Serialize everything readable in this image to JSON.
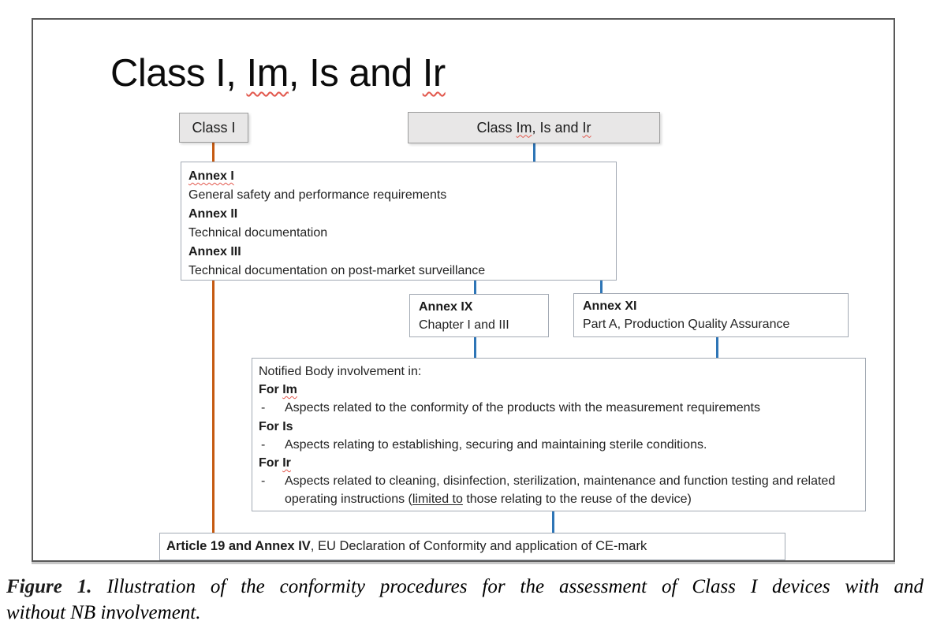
{
  "colors": {
    "orange_line": "#C55A11",
    "blue_line": "#2E75B6",
    "box_border": "#A3AAB4",
    "shaded_fill": "#E8E7E7",
    "shaded_border": "#9C9C9C",
    "frame_border": "#595959",
    "squiggle": "#E2574C"
  },
  "title": {
    "p1": "Class I, ",
    "im": "Im",
    "p2": ", Is and ",
    "ir": "Ir"
  },
  "boxes": {
    "class_i": {
      "label": "Class I"
    },
    "class_im": {
      "p1": "Class ",
      "im": "Im",
      "p2": ", Is and ",
      "ir": "Ir"
    },
    "annex": {
      "items": [
        {
          "title": "Annex I",
          "desc": "General safety and performance requirements"
        },
        {
          "title": "Annex II",
          "desc": "Technical documentation"
        },
        {
          "title": "Annex III",
          "desc": "Technical documentation on post-market surveillance"
        }
      ]
    },
    "annex_ix": {
      "title": "Annex IX",
      "desc": "Chapter I and III"
    },
    "annex_xi": {
      "title": "Annex XI",
      "desc": "Part A, Production Quality Assurance"
    },
    "notified_body": {
      "intro": "Notified Body involvement in:",
      "dash": "-",
      "sections": [
        {
          "label_pre": "For ",
          "label_class": "Im",
          "bullet": "Aspects related to the conformity of the products with the measurement requirements"
        },
        {
          "label_pre": "For ",
          "label_class": "Is",
          "bullet": "Aspects relating to establishing, securing and maintaining sterile conditions."
        },
        {
          "label_pre": "For ",
          "label_class": "Ir",
          "bullet_p1": "Aspects related to cleaning, disinfection, sterilization, maintenance and function testing and related operating instructions (",
          "bullet_underlined": "limited to",
          "bullet_p2": " those relating to the reuse of the device)"
        }
      ]
    },
    "article": {
      "bold": "Article 19 and Annex IV",
      "rest": ", EU Declaration of Conformity and application of CE-mark"
    }
  },
  "caption": {
    "label": "Figure 1.",
    "line1": "Illustration of the conformity procedures for the assessment of Class I devices with and",
    "line2": "without NB involvement."
  }
}
